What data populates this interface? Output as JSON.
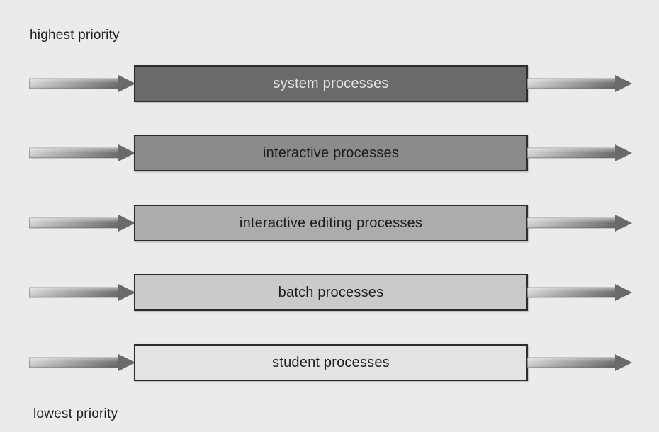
{
  "labels": {
    "top": "highest priority",
    "bottom": "lowest priority"
  },
  "queues": [
    {
      "label": "system processes",
      "fill": "#6a6a6c",
      "text_color": "#e4e4e4"
    },
    {
      "label": "interactive processes",
      "fill": "#8b8b8d",
      "text_color": "#1c1c1c"
    },
    {
      "label": "interactive editing processes",
      "fill": "#acacae",
      "text_color": "#1c1c1c"
    },
    {
      "label": "batch processes",
      "fill": "#cacacc",
      "text_color": "#1c1c1c"
    },
    {
      "label": "student processes",
      "fill": "#e3e3e6",
      "text_color": "#1c1c1c"
    }
  ],
  "colors": {
    "background": "#ebebeb",
    "arrow": "#6a6a6a"
  }
}
